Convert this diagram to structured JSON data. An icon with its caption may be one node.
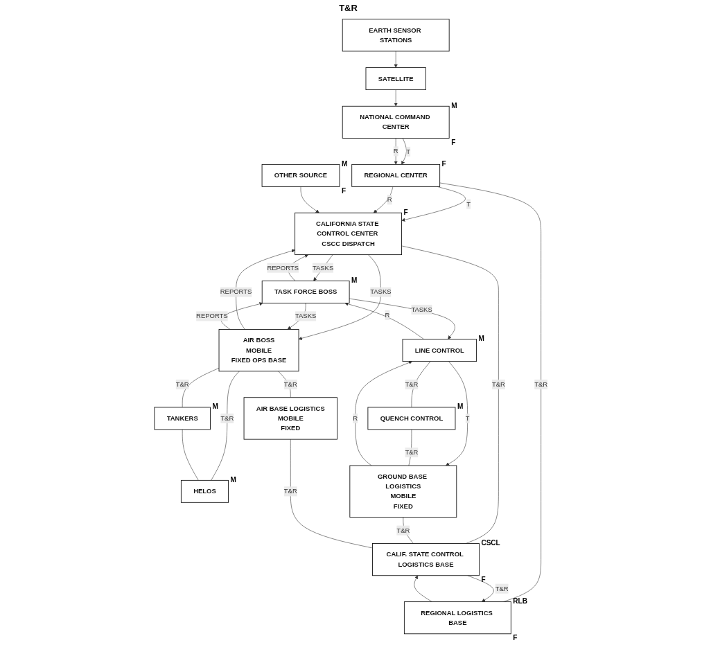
{
  "diagram": {
    "nodes": [
      {
        "text": [
          "EARTH SENSOR STATIONS"
        ]
      },
      {
        "text": [
          "SATELLITE"
        ]
      },
      {
        "text": [
          "NATIONAL COMMAND CENTER"
        ],
        "beside": [
          "M",
          "F"
        ]
      },
      {
        "text": [
          "REGIONAL CENTER"
        ],
        "beside": [
          "F"
        ]
      },
      {
        "text": [
          "OTHER SOURCE"
        ],
        "beside": [
          "M",
          "F"
        ]
      },
      {
        "text": [
          "CALIFORNIA STATE CONTROL CENTER CSCC DISPATCH"
        ],
        "beside": [
          "F"
        ]
      },
      {
        "text": [
          "TASK FORCE BOSS"
        ],
        "beside": [
          "M"
        ]
      },
      {
        "text": [
          "AIR BOSS",
          "MOBILE",
          "FIXED OPS BASE"
        ]
      },
      {
        "text": [
          "LINE CONTROL"
        ],
        "beside": [
          "M"
        ]
      },
      {
        "text": [
          "QUENCH CONTROL"
        ],
        "beside": [
          "M"
        ]
      },
      {
        "text": [
          "TANKERS"
        ],
        "beside": [
          "M"
        ]
      },
      {
        "text": [
          "HELOS"
        ],
        "beside": [
          "M"
        ]
      },
      {
        "text": [
          "GROUND BASE LOGISTICS",
          "MOBILE",
          "FIXED"
        ]
      },
      {
        "text": [
          "AIR BASE LOGISTICS",
          "MOBILE",
          "FIXED"
        ]
      },
      {
        "text": [
          "CALIF. STATE CONTROL LOGISTICS BASE"
        ],
        "beside": [
          "CSCL",
          "F"
        ]
      },
      {
        "text": [
          "REGIONAL LOGISTICS BASE"
        ],
        "beside": [
          "RLB",
          "F"
        ]
      }
    ],
    "edges": [
      {
        "from": 0,
        "to": 1,
        "arrow": "to"
      },
      {
        "from": 1,
        "to": 2,
        "arrow": "to"
      },
      {
        "from": 2,
        "to": 3,
        "arrow": "to",
        "label": "T"
      },
      {
        "from": 2,
        "to": 3,
        "arrow": "to",
        "label": "R"
      },
      {
        "from": 3,
        "to": 5,
        "arrow": "to",
        "label": "T"
      },
      {
        "from": 3,
        "to": 5,
        "arrow": "to",
        "label": "R"
      },
      {
        "from": 3,
        "to": 15,
        "arrow": "none",
        "label": "T&R"
      },
      {
        "from": 4,
        "to": 5,
        "arrow": "to"
      },
      {
        "from": 5,
        "to": 14,
        "arrow": "none",
        "label": "T&R"
      },
      {
        "from": 5,
        "to": 6,
        "arrow": "to",
        "label": "TASKS"
      },
      {
        "from": 6,
        "to": 5,
        "arrow": "to",
        "label": "REPORTS"
      },
      {
        "from": 5,
        "to": 7,
        "arrow": "to",
        "label": "TASKS"
      },
      {
        "from": 7,
        "to": 5,
        "arrow": "to",
        "label": "REPORTS"
      },
      {
        "from": 6,
        "to": 7,
        "arrow": "to",
        "label": "TASKS"
      },
      {
        "from": 7,
        "to": 6,
        "arrow": "to",
        "label": "REPORTS"
      },
      {
        "from": 6,
        "to": 8,
        "arrow": "to",
        "label": "TASKS"
      },
      {
        "from": 8,
        "to": 6,
        "arrow": "to",
        "label": "R"
      },
      {
        "from": 8,
        "to": 9,
        "arrow": "none",
        "label": "T&R"
      },
      {
        "from": 8,
        "to": 12,
        "arrow": "to",
        "label": "T"
      },
      {
        "from": 12,
        "to": 8,
        "arrow": "to",
        "label": "R"
      },
      {
        "from": 9,
        "to": 12,
        "arrow": "none",
        "label": "T&R"
      },
      {
        "from": 7,
        "to": 10,
        "arrow": "none",
        "label": "T&R"
      },
      {
        "from": 7,
        "to": 11,
        "arrow": "none",
        "label": "T&R"
      },
      {
        "from": 10,
        "to": 11,
        "arrow": "none"
      },
      {
        "from": 7,
        "to": 13,
        "arrow": "none",
        "label": "T&R"
      },
      {
        "from": 12,
        "to": 14,
        "arrow": "none",
        "label": "T&R"
      },
      {
        "from": 13,
        "to": 14,
        "arrow": "none",
        "label": "T&R"
      },
      {
        "from": 15,
        "to": 14,
        "arrow": "to"
      },
      {
        "from": 14,
        "to": 15,
        "arrow": "to",
        "label": "T&R"
      }
    ],
    "labels": [
      "T&R"
    ]
  }
}
